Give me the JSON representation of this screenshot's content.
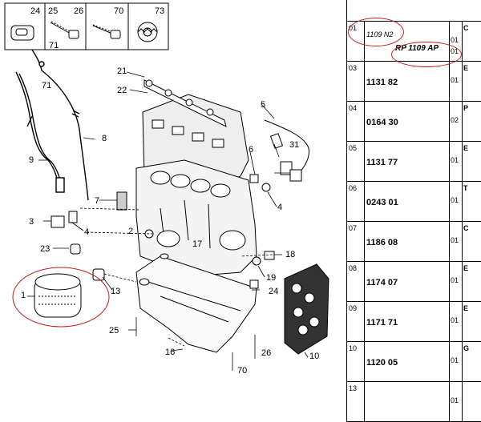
{
  "diagram": {
    "callouts": {
      "c1": "1",
      "c2": "2",
      "c3": "3",
      "c4a": "4",
      "c4b": "4",
      "c5": "5",
      "c6": "6",
      "c7": "7",
      "c8": "8",
      "c9": "9",
      "c10": "10",
      "c13": "13",
      "c16": "16",
      "c17": "17",
      "c18": "18",
      "c19": "19",
      "c21": "21",
      "c22": "22",
      "c23": "23",
      "c24": "24",
      "c24b": "24",
      "c25": "25",
      "c25b": "25",
      "c26": "26",
      "c26b": "26",
      "c31": "31",
      "c70": "70",
      "c70b": "70",
      "c71": "71",
      "c71b": "71",
      "c73": "73"
    }
  },
  "table": {
    "rows": [
      {
        "idx": "01",
        "ref": "",
        "qty": "",
        "extra": "C",
        "hand1": "1109 N2",
        "hand2": "RP 1109 AP",
        "qty2": "01",
        "qty3": "01"
      },
      {
        "idx": "03",
        "ref": "1131 82",
        "qty": "01",
        "extra": "E"
      },
      {
        "idx": "04",
        "ref": "0164 30",
        "qty": "02",
        "extra": "P"
      },
      {
        "idx": "05",
        "ref": "1131 77",
        "qty": "01",
        "extra": "E"
      },
      {
        "idx": "06",
        "ref": "0243 01",
        "qty": "01",
        "extra": "T"
      },
      {
        "idx": "07",
        "ref": "1186 08",
        "qty": "01",
        "extra": "C"
      },
      {
        "idx": "08",
        "ref": "1174 07",
        "qty": "01",
        "extra": "E"
      },
      {
        "idx": "09",
        "ref": "1171 71",
        "qty": "01",
        "extra": "E"
      },
      {
        "idx": "10",
        "ref": "1120 05",
        "qty": "01",
        "extra": "G"
      },
      {
        "idx": "13",
        "ref": "",
        "qty": "01",
        "extra": ""
      }
    ]
  },
  "colors": {
    "annotation": "#c41d1d",
    "line": "#000000"
  }
}
